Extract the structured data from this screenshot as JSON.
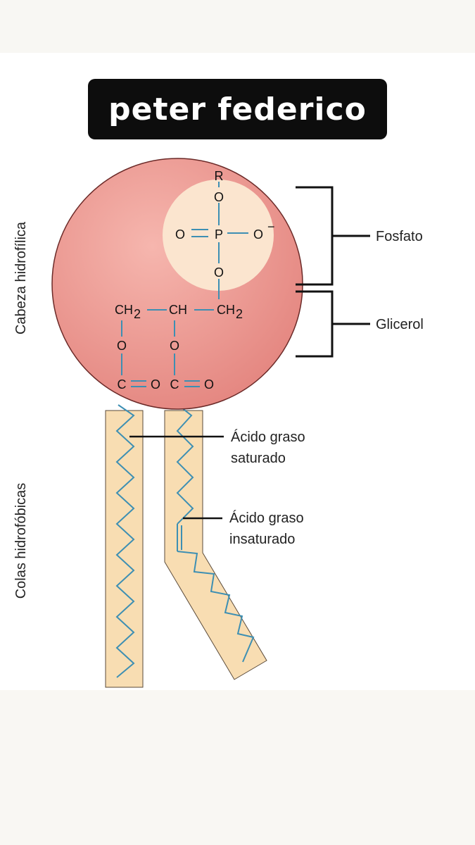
{
  "title": "peter federico",
  "labels": {
    "hydrophilic_head": "Cabeza hidrofílica",
    "hydrophobic_tails": "Colas hidrofóbicas",
    "phosphate": "Fosfato",
    "glycerol": "Glicerol",
    "saturated_line1": "Ácido graso",
    "saturated_line2": "saturado",
    "unsaturated_line1": "Ácido graso",
    "unsaturated_line2": "insaturado"
  },
  "formula": {
    "r": "R",
    "o_top": "O",
    "o_left": "O",
    "p": "P",
    "o_right": "O",
    "charge": "−",
    "o_bottom": "O",
    "ch2_left": "CH",
    "ch": "CH",
    "ch2_right": "CH",
    "sub2": "2",
    "o_ester_left": "O",
    "o_ester_right": "O",
    "c_left": "C",
    "o_carbonyl_left": "O",
    "c_right": "C",
    "o_carbonyl_right": "O"
  },
  "colors": {
    "head_fill": "#e8938f",
    "phosphate_fill": "#fbe5cf",
    "tail_fill": "#f8ddb2",
    "bond_blue": "#3d8fb3"
  }
}
